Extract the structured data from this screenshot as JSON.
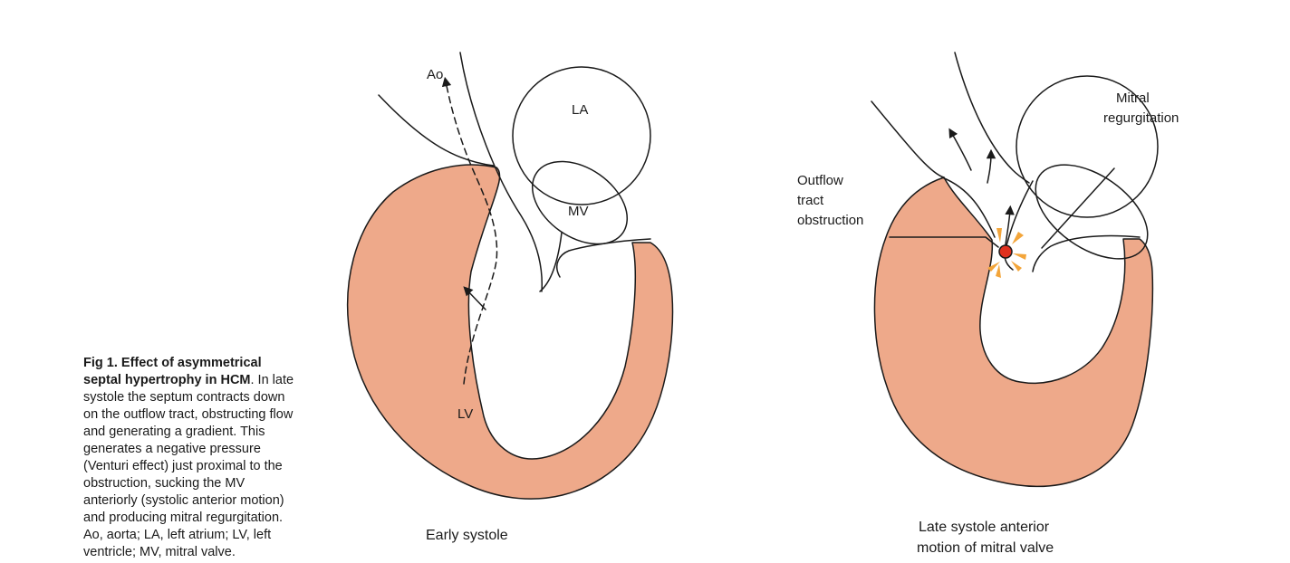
{
  "caption": {
    "bold": "Fig 1. Effect of asymmetrical septal hypertrophy in HCM",
    "text": ". In late systole the septum contracts down on the outflow tract, obstructing flow and generating a gradient. This generates a negative pressure (Venturi effect) just proximal to the obstruction, sucking the MV anteriorly (systolic anterior motion) and producing mitral regurgitation. Ao, aorta; LA, left atrium; LV, left ventricle; MV, mitral valve."
  },
  "left_panel": {
    "label_ao": "Ao",
    "label_la": "LA",
    "label_mv": "MV",
    "label_lv": "LV",
    "subtitle": "Early systole"
  },
  "right_panel": {
    "label_mr_line1": "Mitral",
    "label_mr_line2": "regurgitation",
    "label_ot_line1": "Outflow",
    "label_ot_line2": "tract",
    "label_ot_line3": "obstruction",
    "subtitle_line1": "Late systole anterior",
    "subtitle_line2": "motion of mitral valve"
  },
  "colors": {
    "muscle": "#eea98a",
    "obstruction_dot": "#e0311f",
    "burst": "#f3a53a"
  }
}
